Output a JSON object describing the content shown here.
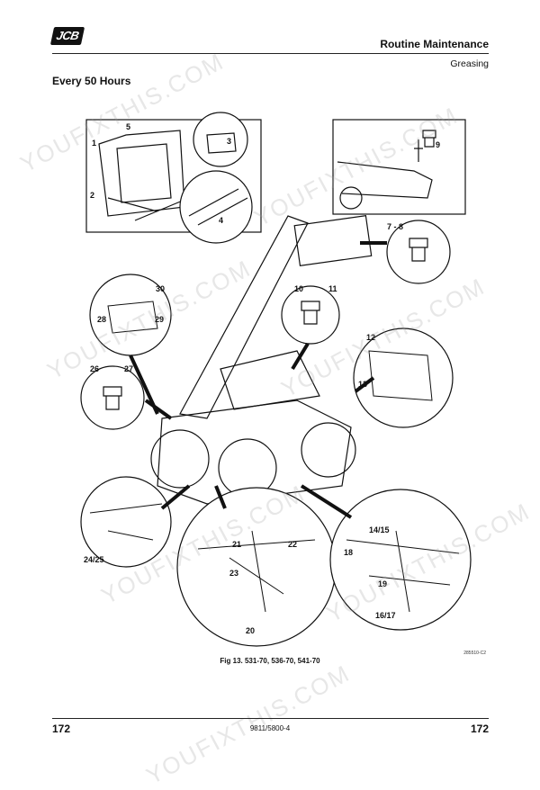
{
  "header": {
    "brand": "JCB",
    "section_title": "Routine Maintenance",
    "subsection": "Greasing"
  },
  "page_heading": "Every 50 Hours",
  "figure": {
    "labels": [
      "1",
      "2",
      "3",
      "4",
      "5",
      "7 - 8",
      "9",
      "10",
      "11",
      "12",
      "13",
      "14/15",
      "16/17",
      "18",
      "19",
      "20",
      "21",
      "22",
      "23",
      "24/25",
      "26",
      "27",
      "28",
      "29",
      "30"
    ],
    "stamp": "285510-C2",
    "caption": "Fig 13. 531-70, 536-70, 541-70"
  },
  "footer": {
    "page_left": "172",
    "doc_code": "9811/5800-4",
    "page_right": "172"
  },
  "watermark": "YOUFIXTHIS.COM"
}
